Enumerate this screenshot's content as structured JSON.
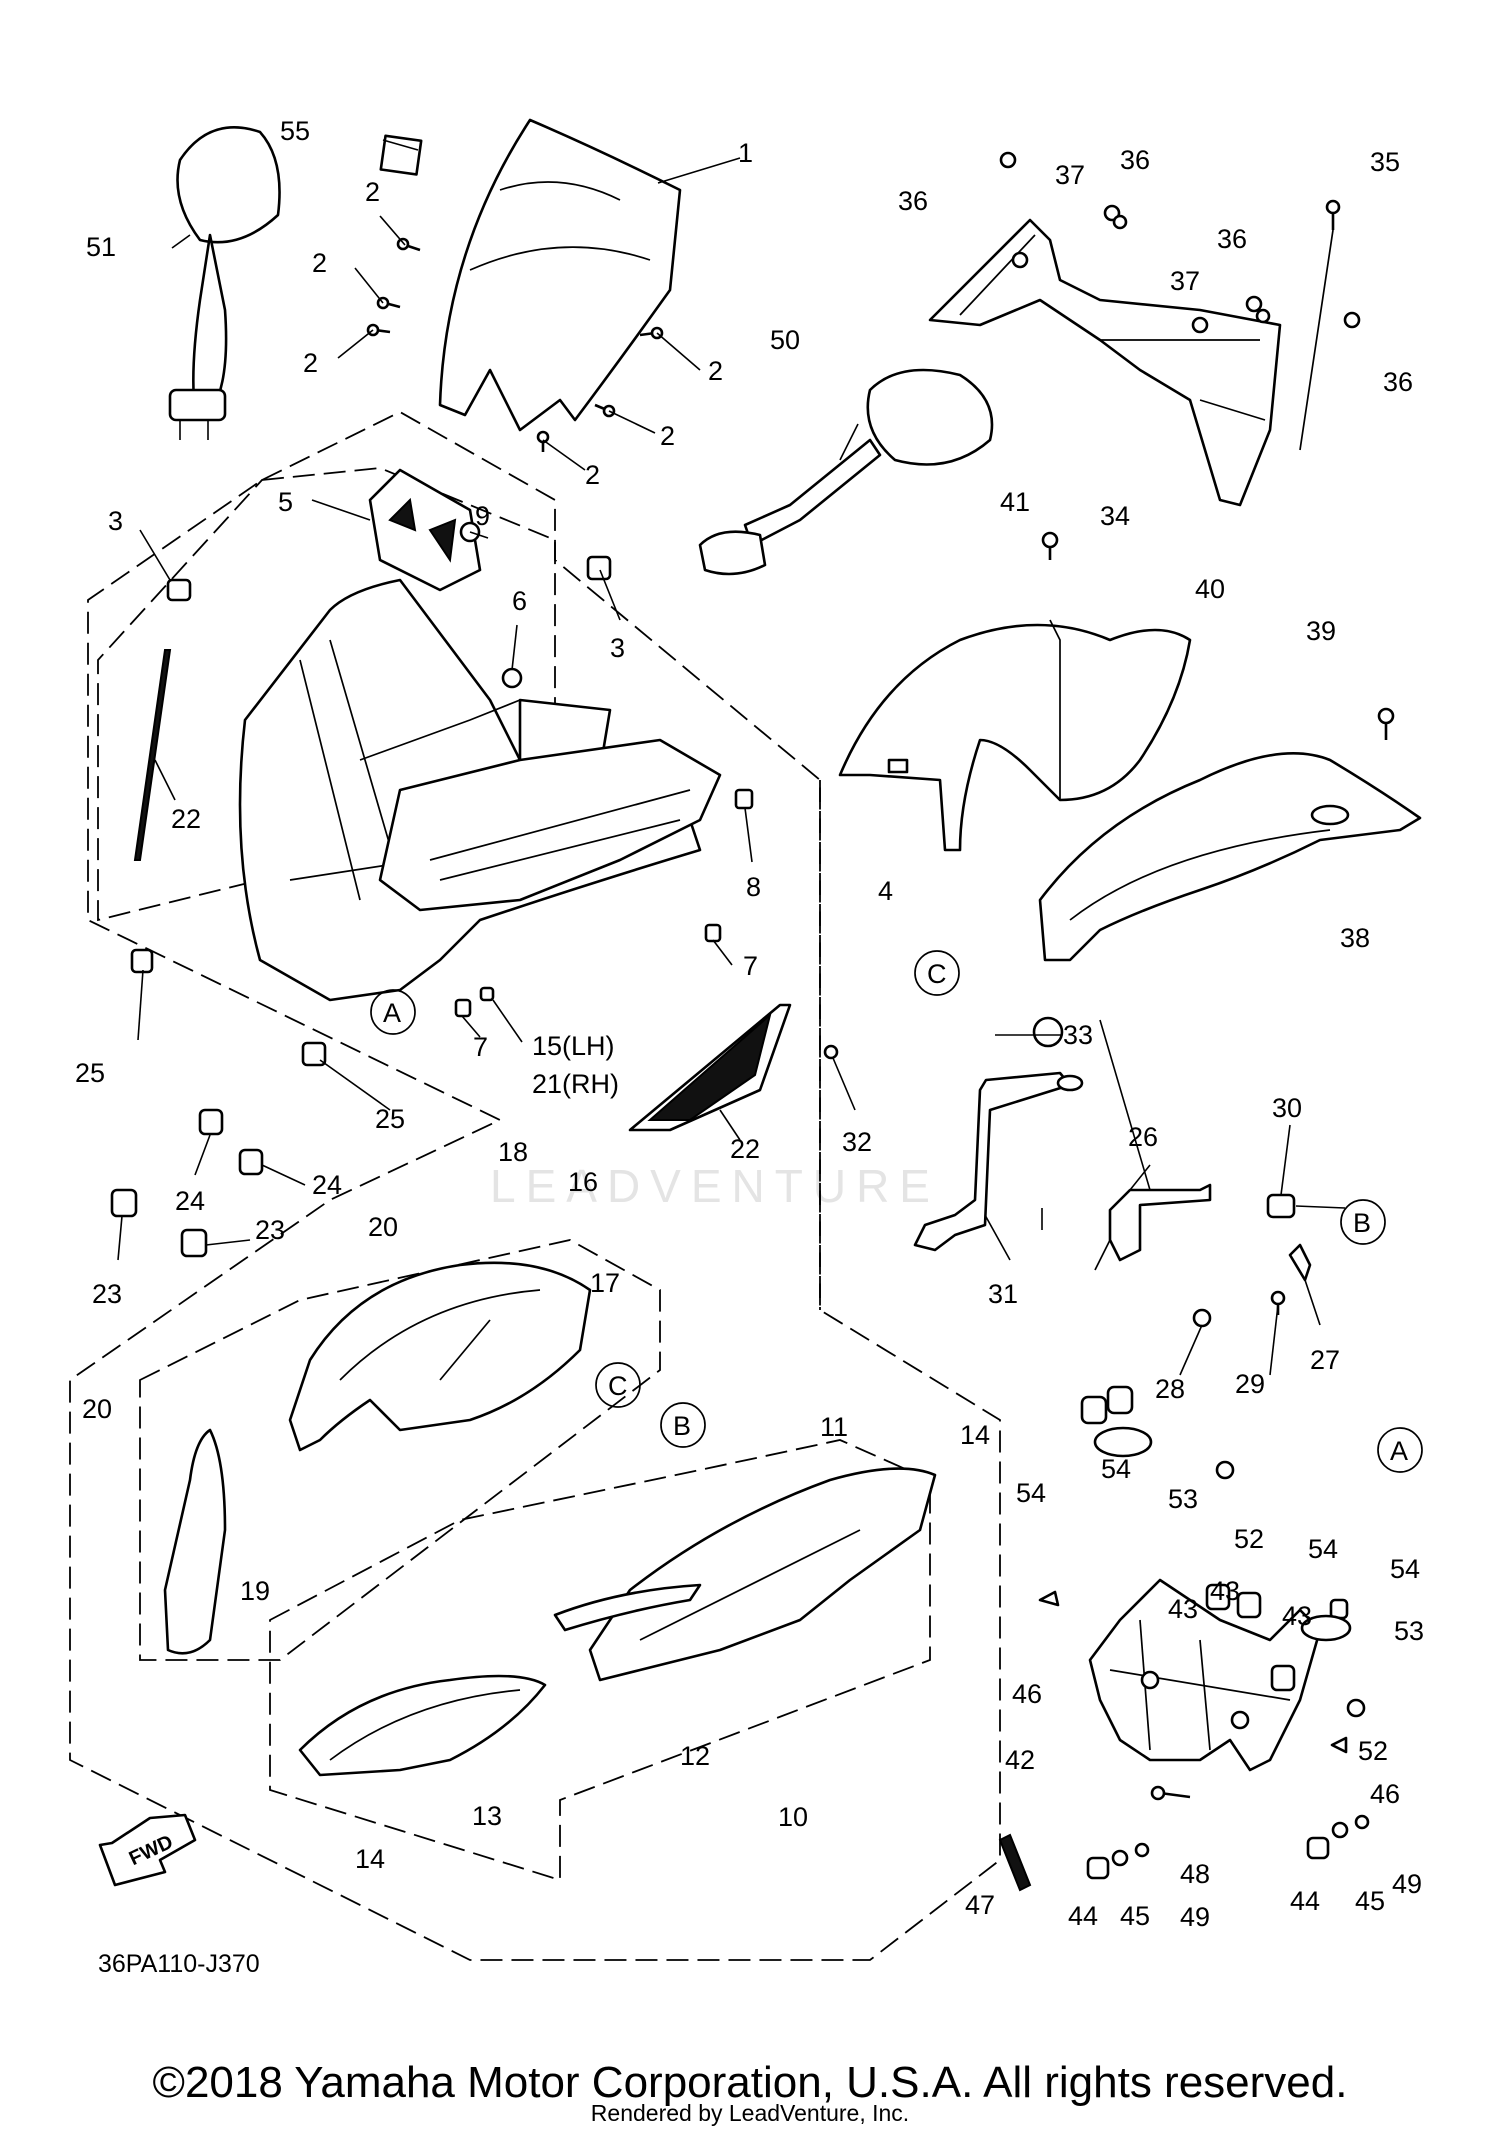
{
  "diagram_code": "36PA110-J370",
  "watermark": "LEADVENTURE",
  "fwd_label": "FWD",
  "copyright": "©2018 Yamaha Motor Corporation, U.S.A. All rights reserved.",
  "rendered_by": "Rendered by LeadVenture, Inc.",
  "callouts": [
    "1",
    "2",
    "3",
    "4",
    "5",
    "6",
    "7",
    "8",
    "9",
    "10",
    "11",
    "12",
    "13",
    "14",
    "15(LH)",
    "16",
    "17",
    "18",
    "19",
    "20",
    "21(RH)",
    "22",
    "23",
    "24",
    "25",
    "26",
    "27",
    "28",
    "29",
    "30",
    "31",
    "32",
    "33",
    "34",
    "35",
    "36",
    "37",
    "38",
    "39",
    "40",
    "41",
    "42",
    "43",
    "44",
    "45",
    "46",
    "47",
    "48",
    "49",
    "50",
    "51",
    "52",
    "53",
    "54",
    "55"
  ],
  "reference_letters": [
    "A",
    "B",
    "C"
  ]
}
